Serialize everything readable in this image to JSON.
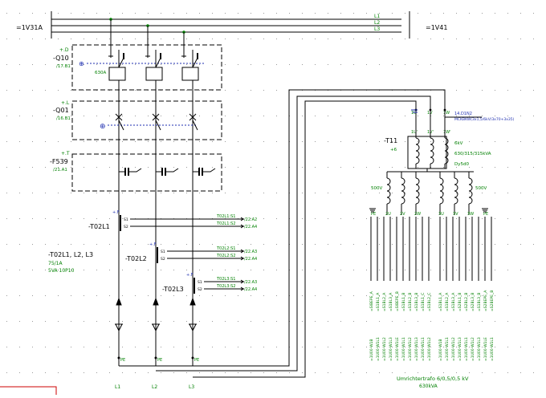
{
  "bus": {
    "left": "=1V31A",
    "right": "=1V41",
    "phases": [
      "L1",
      "L2",
      "L3"
    ]
  },
  "q10": {
    "loc": "+.D",
    "tag": "-Q10",
    "ref": "/17.B1",
    "rating": "630A"
  },
  "q01": {
    "loc": "+.L",
    "tag": "-Q01",
    "ref": "/16.B1"
  },
  "f539": {
    "loc": "+.T",
    "tag": "-F539",
    "ref": "/21.A1"
  },
  "ct": {
    "group_tag": "-T02L1, L2, L3",
    "ratio": "75/1A",
    "spec": "5VA 10P10",
    "items": [
      {
        "loc": "+.F",
        "tag": "-T02L1",
        "ter": [
          "S1",
          "S2"
        ],
        "sig": [
          "T02L1:S1",
          "T02L1:S2"
        ],
        "ref": [
          "/22.A2",
          "/22.A4"
        ]
      },
      {
        "loc": "+.F",
        "tag": "-T02L2",
        "ter": [
          "S1",
          "S2"
        ],
        "sig": [
          "T02L2:S1",
          "T02L2:S2"
        ],
        "ref": [
          "/22.A3",
          "/22.A4"
        ]
      },
      {
        "loc": "+.F",
        "tag": "-T02L3",
        "ter": [
          "S1",
          "S2"
        ],
        "sig": [
          "T02L3:S1",
          "T02L3:S2"
        ],
        "ref": [
          "/22.A3",
          "/22.A4"
        ]
      }
    ]
  },
  "trafo": {
    "ref": "14.D1N2",
    "cable": "MCKBKW(3x1,5/6kV/3x70+3x35)",
    "term_top": [
      "1U",
      "1V",
      "1W"
    ],
    "term_mid": [
      "1U'",
      "1V'",
      "1W'"
    ],
    "tag": "-T11",
    "loc": "+6",
    "voltage": "6kV",
    "power": "630/315/315kVA",
    "vector": "Dy5d0",
    "winding_left": "500V",
    "winding_right": "500V",
    "sec_left_terms": [
      "PE",
      "2U",
      "2V",
      "2W"
    ],
    "sec_right_terms": [
      "3U",
      "3V",
      "3W",
      "PE"
    ],
    "cables_left": [
      "=1U00-W1B",
      "=1U00-W1L1",
      "=1U00-W1L2",
      "=1U00-W1L3",
      "=1U00-W1LE",
      "=1U00-W1L1",
      "=1U00-W1L2",
      "=1U00-W1L3",
      "=1U00-W1L1",
      "=1U00-W1L2",
      "=1U00-W1L3"
    ],
    "cables_left_bot": [
      "=SIBEPE_A",
      "=S1BL1_A",
      "=S1BL2_A",
      "=S1BL3_A",
      "=SIBEPE_B",
      "=S1BL1_B",
      "=S1BL2_B",
      "=S1BL3_B",
      "=S1BL1_C",
      "=S1BL2_C",
      "=S1BL3_C"
    ],
    "cables_right": [
      "=1U00-W1B",
      "=1U00-W1L1",
      "=1U00-W1L2",
      "=1U00-W1L3",
      "=1U00-W1L1",
      "=1U00-W1L2",
      "=1U00-W1L3",
      "=1U00-W1LE",
      "=1U00-W1L1",
      "=1U00-W1L2"
    ],
    "cables_right_bot": [
      "=S1BL1_A",
      "=S1BL2_A",
      "=S1BL3_A",
      "=S2BL1_B",
      "=S2BL2_B",
      "=S2BL3_B",
      "=S1BL3_B",
      "=S2BEPE_A",
      "=S2BEPE_B",
      "=S2BEPE_B"
    ],
    "caption": "Umrichtertrafo 6/0,5/0,5 kV",
    "caption_power": "630kVA"
  },
  "bottom_labels": [
    "L1",
    "L2",
    "L3"
  ],
  "pe_labels": [
    "PE",
    "PE",
    "PE"
  ]
}
